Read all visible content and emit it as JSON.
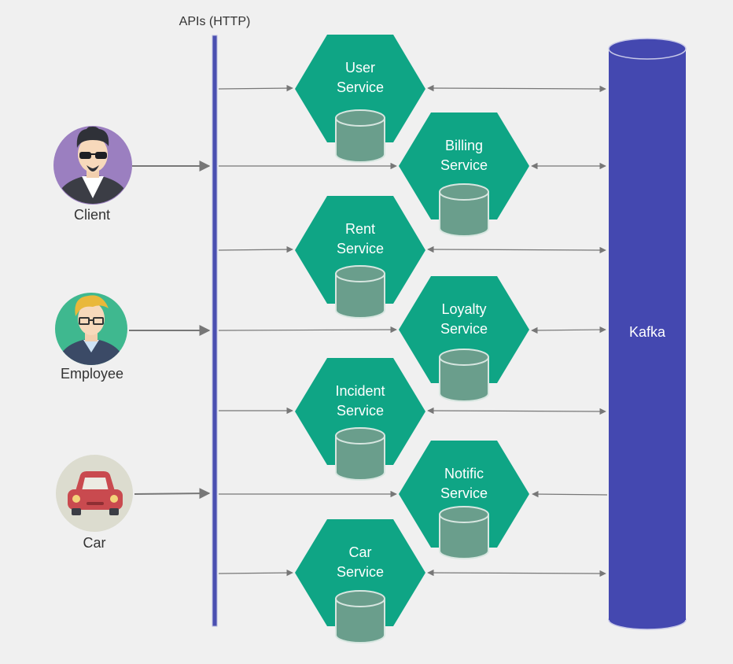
{
  "api_bus": {
    "label": "APIs (HTTP)"
  },
  "actors": [
    {
      "id": "client",
      "label": "Client",
      "icon": "man-with-sunglasses-avatar",
      "bg": "#9b7fc0"
    },
    {
      "id": "employee",
      "label": "Employee",
      "icon": "man-with-glasses-avatar",
      "bg": "#3fb88f"
    },
    {
      "id": "car",
      "label": "Car",
      "icon": "red-car-icon",
      "bg": "#dcdccf"
    }
  ],
  "services": [
    {
      "line1": "User",
      "line2": "Service"
    },
    {
      "line1": "Billing",
      "line2": "Service"
    },
    {
      "line1": "Rent",
      "line2": "Service"
    },
    {
      "line1": "Loyalty",
      "line2": "Service"
    },
    {
      "line1": "Incident",
      "line2": "Service"
    },
    {
      "line1": "Notific",
      "line2": "Service"
    },
    {
      "line1": "Car",
      "line2": "Service"
    }
  ],
  "kafka": {
    "label": "Kafka"
  },
  "colors": {
    "service": "#0fa585",
    "database": "#6a9e8c",
    "kafka": "#4448b0",
    "bus": "#4a4fb0",
    "arrow": "#777777",
    "text": "#333333"
  }
}
